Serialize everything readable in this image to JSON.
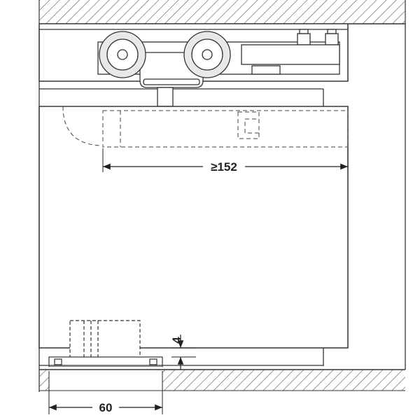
{
  "drawing": {
    "dimensions": {
      "overlap": "≥152",
      "gap": "4",
      "guide_width": "60"
    },
    "colors": {
      "line": "#333333",
      "hatch": "#555555",
      "fill": "#ffffff",
      "hidden": "#444444"
    }
  }
}
